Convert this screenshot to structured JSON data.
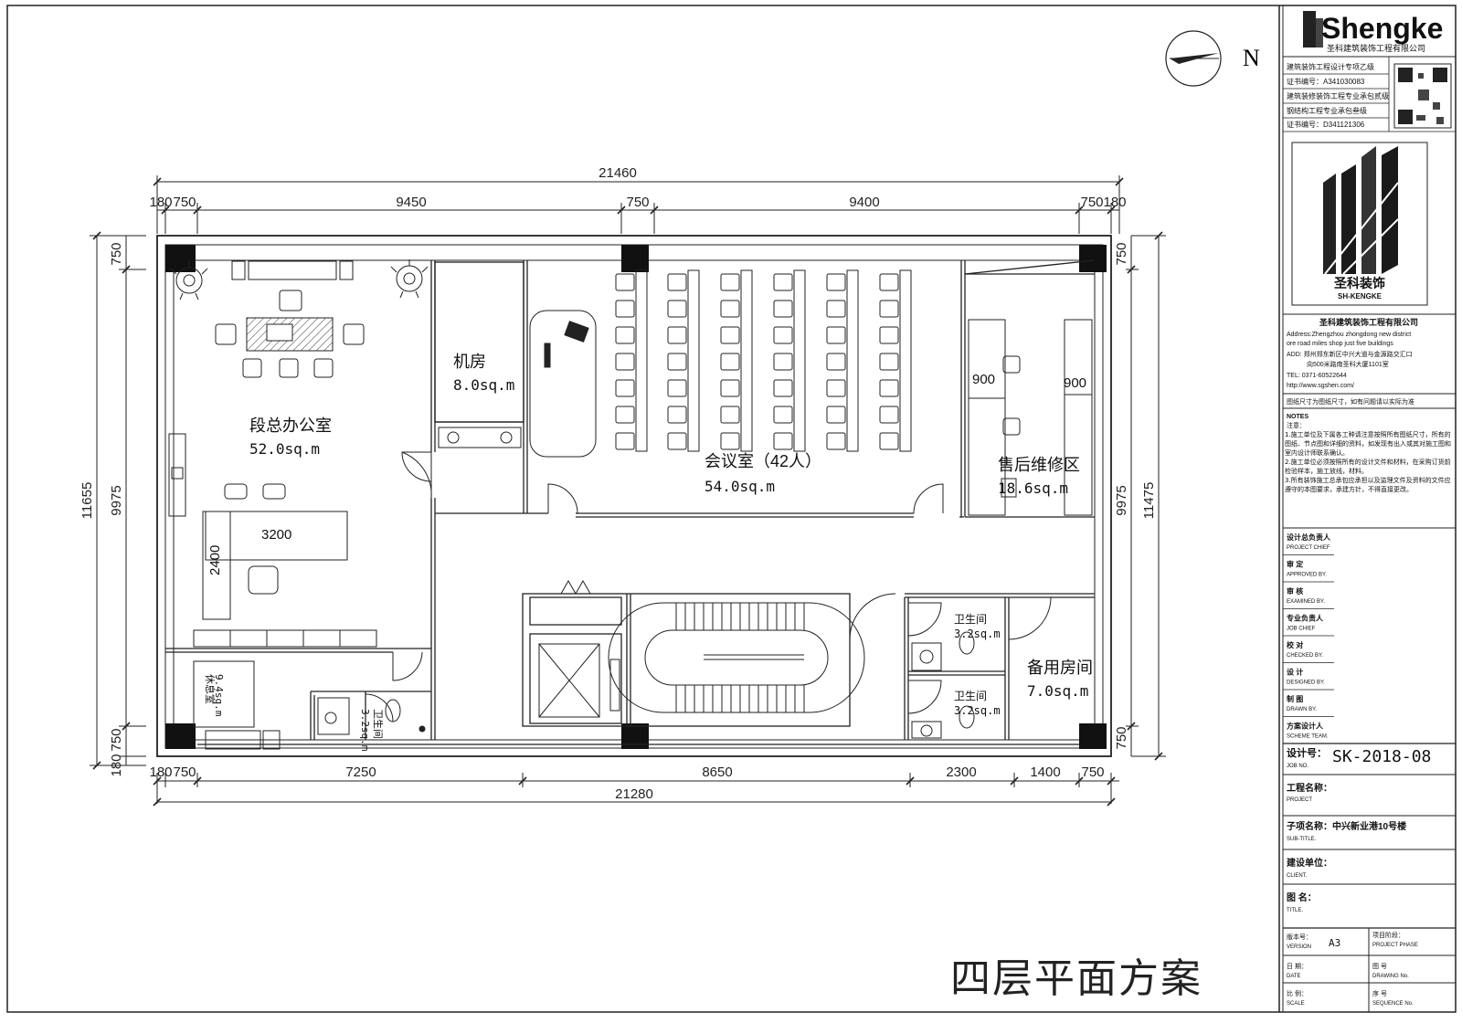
{
  "drawing": {
    "north_label": "N",
    "title": "四层平面方案"
  },
  "dimensions": {
    "top_overall": "21460",
    "top_segments": [
      "180",
      "750",
      "9450",
      "750",
      "9400",
      "750",
      "180"
    ],
    "bottom_overall": "21280",
    "bottom_segments": [
      "180",
      "750",
      "7250",
      "8650",
      "2300",
      "1400",
      "750"
    ],
    "left_overall": "11655",
    "left_inner": "9975",
    "left_top": "750",
    "left_bottom": "750",
    "left_bottom2": "180",
    "right_overall": "11475",
    "right_inner": "9975",
    "right_top": "750",
    "right_bottom": "750",
    "desk_width": "3200",
    "desk_depth": "2400",
    "repair_left": "900",
    "repair_right": "900"
  },
  "rooms": {
    "gm_office": {
      "name": "段总办公室",
      "area": "52.0sq.m"
    },
    "machine_room": {
      "name": "机房",
      "area": "8.0sq.m"
    },
    "meeting_room": {
      "name": "会议室（42人）",
      "area": "54.0sq.m"
    },
    "repair_area": {
      "name": "售后维修区",
      "area": "18.6sq.m"
    },
    "toilet_1": {
      "name": "卫生间",
      "area": "3.2sq.m"
    },
    "toilet_2": {
      "name": "卫生间",
      "area": "3.2sq.m"
    },
    "spare_room": {
      "name": "备用房间",
      "area": "7.0sq.m"
    },
    "rest_room": {
      "name": "休息室",
      "area": "9.4sq.m"
    },
    "office_toilet": {
      "name": "卫生间",
      "area": "3.2sq.m"
    }
  },
  "title_block": {
    "brand": "Shengke",
    "brand_sub": "圣科建筑装饰工程有限公司",
    "logo_cn": "圣科装饰",
    "logo_en": "SH-KENGKE",
    "company": "圣科建筑装饰工程有限公司",
    "cert_rows": [
      "建筑装饰工程设计专项乙级",
      "证书编号：A341030083",
      "建筑装修装饰工程专业承包贰级",
      "钢结构工程专业承包叁级",
      "证书编号：D341121306"
    ],
    "address_lines": [
      "Address:Zhengzhou zhongdong new district",
      "ore road miles shop just five buildings",
      "ADD: 郑州郑东新区中兴大道与金源路交汇口",
      "向500米路南圣科大厦1101室",
      "TEL: 0371-60522644",
      "http://www.sgshen.com/"
    ],
    "drawing_note": "图纸尺寸为图纸尺寸，如有问题请以实际为准",
    "notes_heading": "NOTES",
    "notes_cn": "注意：",
    "notes": [
      "1.施工单位及下属各工种请注意按照所有图纸尺寸，所有的图纸、节点图和详细的资料，如发现有出入或其对施工图和室内设计师联系确认。",
      "2.施工单位必须按照所有的设计文件和材料，在采购订货前检验样本，施工放线，材料。",
      "3.所有装饰施工总承包应承担以及监理文件及资料的文件应遵守的本图要求，承建方针，不得直接更改。"
    ],
    "sign_rows": [
      {
        "cn": "设计总负责人",
        "en": "PROJECT CHIEF"
      },
      {
        "cn": "审 定",
        "en": "APPROVED BY."
      },
      {
        "cn": "审 核",
        "en": "EXAMINED BY."
      },
      {
        "cn": "专业负责人",
        "en": "JOB CHIEF"
      },
      {
        "cn": "校 对",
        "en": "CHECKED BY."
      },
      {
        "cn": "设 计",
        "en": "DESIGNED BY."
      },
      {
        "cn": "制 图",
        "en": "DRAWN BY."
      },
      {
        "cn": "方案设计人",
        "en": "SCHEME TEAM."
      }
    ],
    "design_no_label": "设计号：",
    "design_no_en": "JOB NO.",
    "design_no": "SK-2018-08",
    "project_label": "工程名称：",
    "project_en": "PROJECT",
    "sub_title_label": "子项名称：中兴新业港10号楼",
    "sub_title_en": "SUB-TITLE.",
    "client_label": "建设单位：",
    "client_en": "CLIENT.",
    "title_label": "图 名：",
    "title_en": "TITLE.",
    "version_label": "版本号：",
    "version_en": "VERSION",
    "version_value": "A3",
    "project_phase_label": "项目阶段：",
    "project_phase_en": "PROJECT PHASE",
    "date_label": "日 期：",
    "date_en": "DATE",
    "drawing_no_label": "图 号",
    "drawing_no_en": "DRAWING No.",
    "scale_label": "比 例：",
    "scale_en": "SCALE",
    "sequence_label": "序 号",
    "sequence_en": "SEQUENCE No."
  }
}
